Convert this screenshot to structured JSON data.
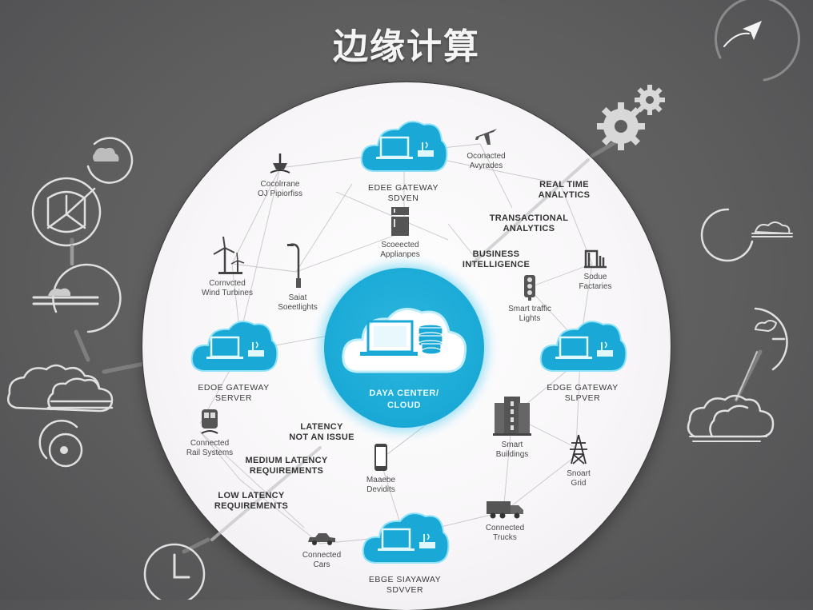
{
  "title": "边缘计算",
  "colors": {
    "background": "#5e5e5e",
    "disc": "#f8f6f8",
    "accent_cyan": "#1aa9d6",
    "glow": "#3cc8f0",
    "text_dark": "#444444",
    "outline_icons": "#e0e0e0"
  },
  "center": {
    "icon": "cloud-with-laptop-and-database-icon",
    "label": "DAYA CENTER/\nCLOUD"
  },
  "gateways": [
    {
      "id": "top",
      "icon": "cloud-laptop-router-icon",
      "label": "EDEE GATEWAY\nSDVEN"
    },
    {
      "id": "left",
      "icon": "cloud-laptop-router-icon",
      "label": "EDOE GATEWAY\nSERVER"
    },
    {
      "id": "right",
      "icon": "cloud-laptop-router-icon",
      "label": "EDGE GATEWAY\nSLPVER"
    },
    {
      "id": "bottom",
      "icon": "cloud-laptop-router-icon",
      "label": "EBGE SIAYAWAY\nSDVVER"
    }
  ],
  "devices": [
    {
      "id": "oil",
      "icon": "oil-platform-icon",
      "label": "Cocolrrane\nOJ Pipiorfiss"
    },
    {
      "id": "aircraft",
      "icon": "airplane-icon",
      "label": "Oconacted\nAvyrades"
    },
    {
      "id": "appliances",
      "icon": "refrigerator-icon",
      "label": "Scoeected\nApplianpes"
    },
    {
      "id": "wind",
      "icon": "wind-turbine-icon",
      "label": "Cornvcted\nWind Turbines"
    },
    {
      "id": "streetlights",
      "icon": "streetlight-icon",
      "label": "Saiat\nSoeetlights"
    },
    {
      "id": "factories",
      "icon": "factory-icon",
      "label": "Sodue\nFactaries"
    },
    {
      "id": "traffic",
      "icon": "traffic-light-icon",
      "label": "Smart traffic\nLights"
    },
    {
      "id": "rail",
      "icon": "train-icon",
      "label": "Connected\nRail Systems"
    },
    {
      "id": "mobile",
      "icon": "smartphone-icon",
      "label": "Maaebe\nDevidits"
    },
    {
      "id": "buildings",
      "icon": "building-icon",
      "label": "Smart\nBuildings"
    },
    {
      "id": "grid",
      "icon": "power-tower-icon",
      "label": "Snoart\nGrid"
    },
    {
      "id": "trucks",
      "icon": "truck-icon",
      "label": "Connected\nTrucks"
    },
    {
      "id": "cars",
      "icon": "car-icon",
      "label": "Connected\nCars"
    }
  ],
  "analytics_labels": [
    {
      "id": "realtime",
      "text": "REAL TIME\nANALYTICS"
    },
    {
      "id": "transactional",
      "text": "TRANSACTIONAL\nANALYTICS"
    },
    {
      "id": "bi",
      "text": "BUSINESS\nINTELLIGENCE"
    },
    {
      "id": "latency-none",
      "text": "LATENCY\nNOT AN ISSUE"
    },
    {
      "id": "latency-medium",
      "text": "MEDIUM LATENCY\nREQUIREMENTS"
    },
    {
      "id": "latency-low",
      "text": "LOW LATENCY\nREQUIREMENTS"
    }
  ],
  "decorations": [
    "cloud-cycle-icon",
    "globe-crosshair-icon",
    "cloud-platform-icon",
    "cloud-outline-icon",
    "coin-circle-icon",
    "clock-icon",
    "paper-plane-dial-icon",
    "gears-icon",
    "cloud-ring-icon",
    "cloud-arc-icon",
    "cloud-stack-icon"
  ]
}
